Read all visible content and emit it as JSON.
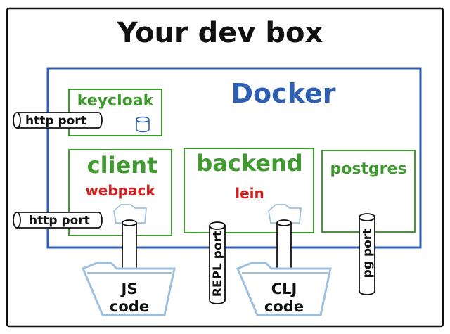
{
  "title": "Your dev box",
  "docker": {
    "label": "Docker"
  },
  "services": {
    "keycloak": {
      "label": "keycloak"
    },
    "client": {
      "label": "client",
      "tool": "webpack"
    },
    "backend": {
      "label": "backend",
      "tool": "lein"
    },
    "postgres": {
      "label": "postgres"
    }
  },
  "ports": {
    "keycloak_http": "http port",
    "client_http": "http port",
    "repl": "REPL port",
    "pg": "pg port"
  },
  "folders": {
    "js": {
      "line1": "JS",
      "line2": "code"
    },
    "clj": {
      "line1": "CLJ",
      "line2": "code"
    }
  },
  "colors": {
    "docker_blue": "#2f5fb3",
    "service_green": "#3f9a2f",
    "tool_red": "#d21f1f",
    "folder_blue": "#9ec0e0",
    "outline": "#111111"
  }
}
